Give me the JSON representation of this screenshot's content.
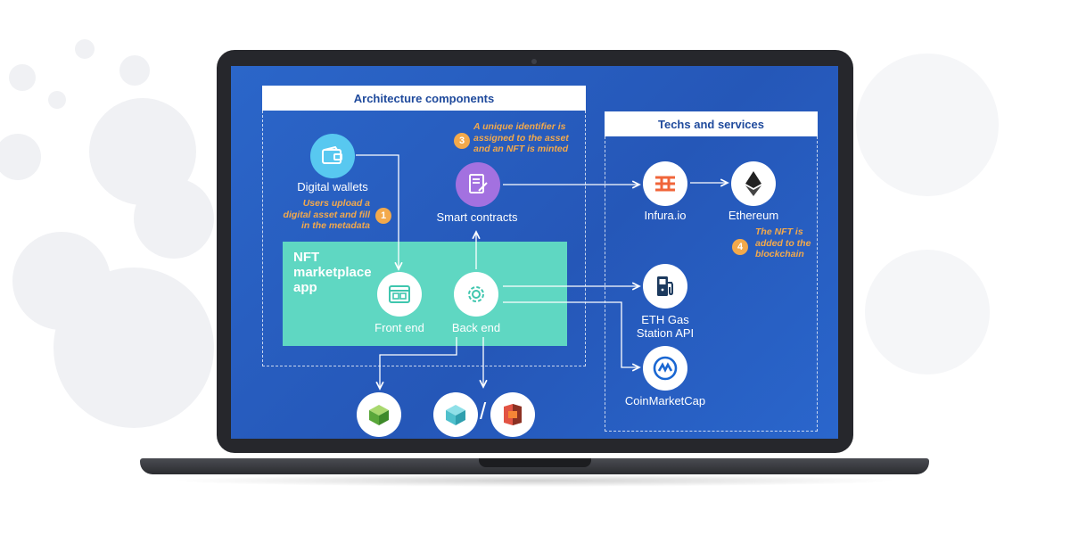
{
  "sections": {
    "architecture_title": "Architecture components",
    "techs_title": "Techs and services"
  },
  "app_box": {
    "title_line1": "NFT",
    "title_line2": "marketplace",
    "title_line3": "app"
  },
  "nodes": {
    "digital_wallets": "Digital wallets",
    "smart_contracts": "Smart contracts",
    "front_end": "Front end",
    "back_end": "Back end",
    "infura": "Infura.io",
    "ethereum": "Ethereum",
    "eth_gas_line1": "ETH Gas",
    "eth_gas_line2": "Station API",
    "coinmarketcap": "CoinMarketCap",
    "storage_separator": "/"
  },
  "steps": {
    "step1": {
      "number": "1",
      "line1": "Users upload a",
      "line2": "digital asset and fill",
      "line3": "in the metadata"
    },
    "step3": {
      "number": "3",
      "line1": "A unique identifier is",
      "line2": "assigned to the asset",
      "line3": "and an NFT is minted"
    },
    "step4": {
      "number": "4",
      "line1": "The NFT is",
      "line2": "added to the",
      "line3": "blockchain"
    }
  },
  "icons": {
    "wallet": "wallet-icon",
    "contract": "contract-icon",
    "front_end": "browser-window-icon",
    "back_end": "gear-icon",
    "infura": "infura-logo-icon",
    "ethereum": "ethereum-logo-icon",
    "gas": "gas-pump-icon",
    "cmc": "coinmarketcap-logo-icon",
    "mongodb": "database-cube-icon",
    "ipfs": "storage-cube-icon",
    "s3": "aws-s3-icon"
  },
  "colors": {
    "screen_bg": "#2a5fc2",
    "teal": "#5fd7c2",
    "accent_orange": "#f3a94b",
    "wallet_circle": "#58c8f0",
    "contract_circle": "#a371e0"
  }
}
